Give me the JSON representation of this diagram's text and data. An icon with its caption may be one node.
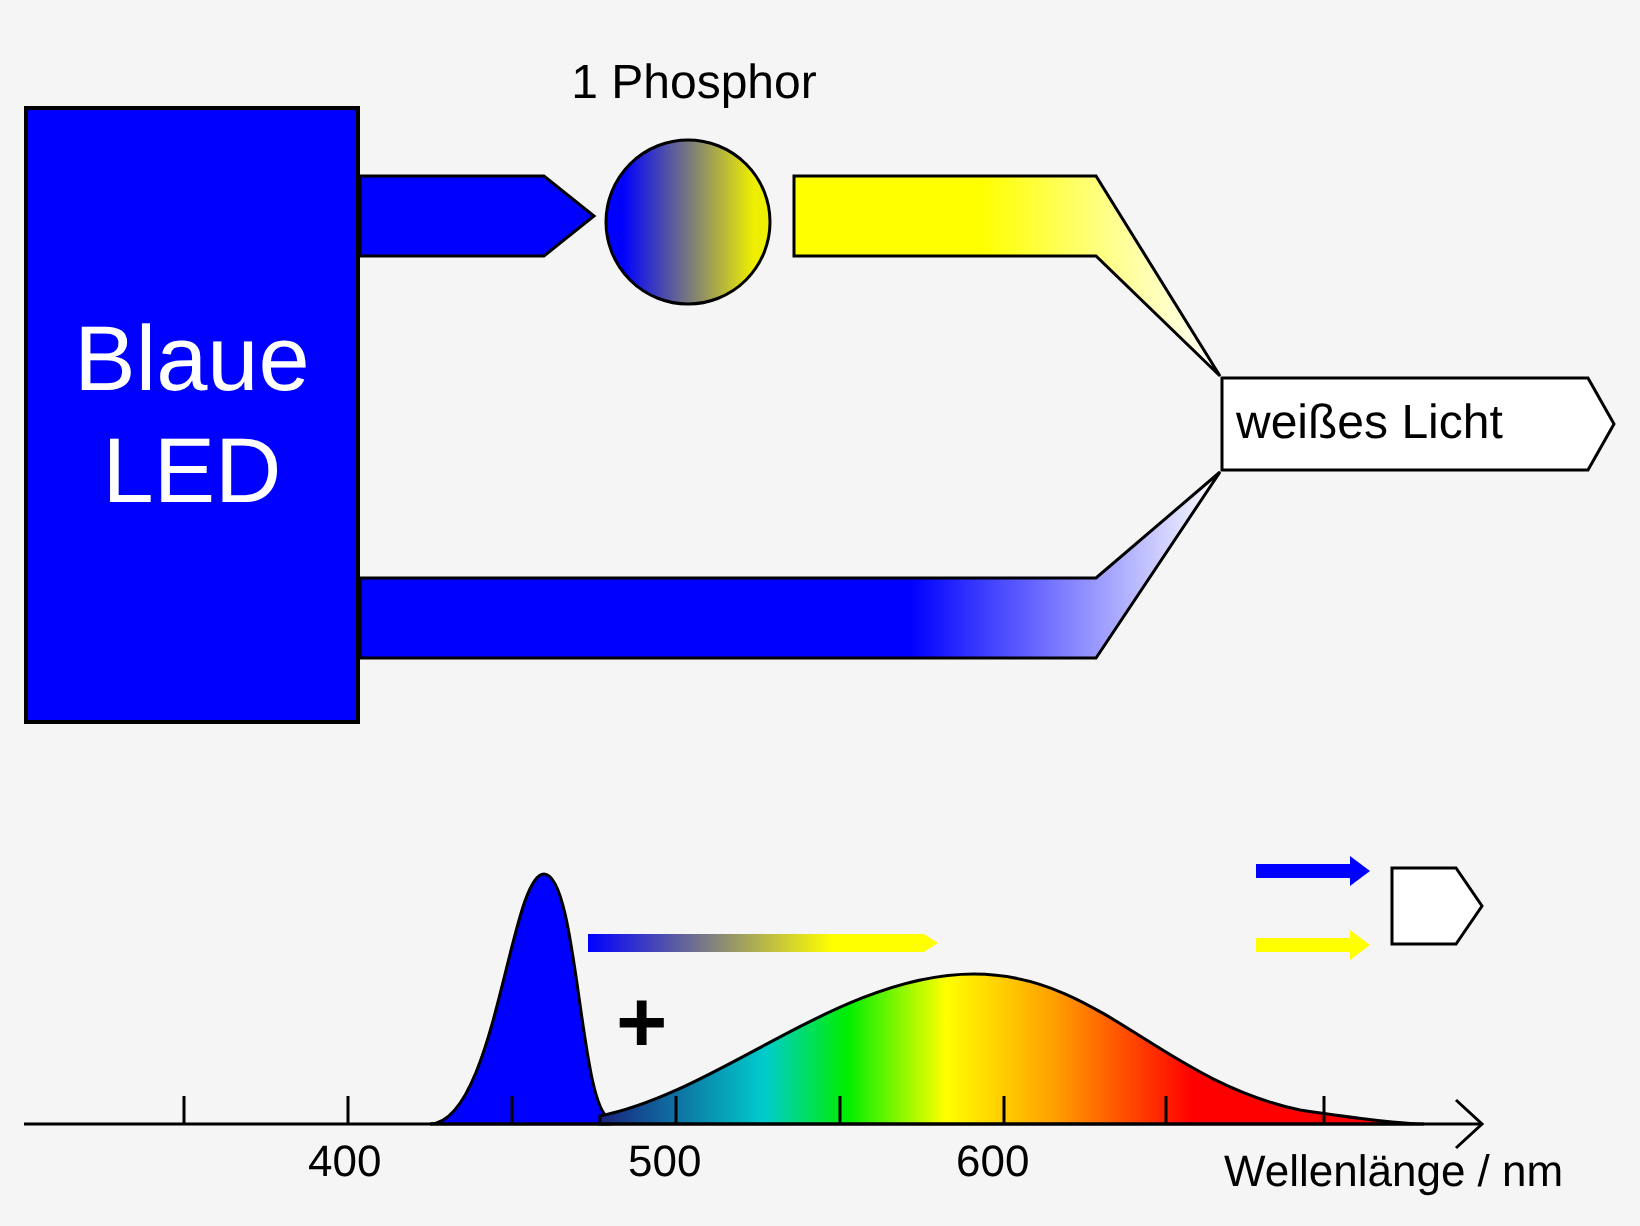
{
  "diagram": {
    "nodes": [
      {
        "text": [
          "Blaue LED"
        ]
      },
      {
        "text": [
          "1 Phosphor"
        ]
      },
      {
        "text": [
          "weißes Licht"
        ]
      },
      {
        "text": [],
        "shape": "box"
      }
    ],
    "edges": [
      {
        "from": 0,
        "to": 1,
        "arrow": "to",
        "style": "thick",
        "color": "#0000ff"
      },
      {
        "from": 1,
        "to": 2,
        "arrow": "none",
        "style": "thick",
        "color": "#ffff00"
      },
      {
        "from": 0,
        "to": 2,
        "arrow": "none",
        "style": "thick",
        "color": "#0000ff"
      },
      {
        "from": null,
        "to": 3,
        "arrow": "to",
        "color": "#0000ff"
      },
      {
        "from": null,
        "to": 3,
        "arrow": "to",
        "color": "#ffff00"
      }
    ],
    "labels": [
      "+",
      "400",
      "500",
      "600",
      "Wellenlänge / nm"
    ]
  }
}
